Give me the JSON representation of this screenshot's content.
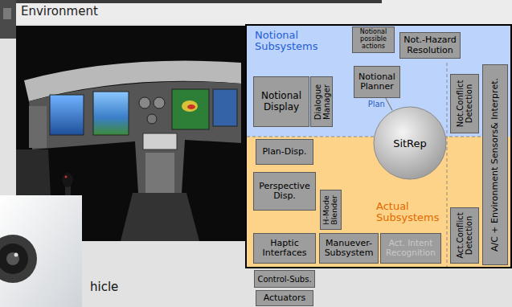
{
  "diagram": {
    "title": "Environment",
    "nodes": [
      {
        "text": [
          "Notional Subsystems"
        ]
      },
      {
        "text": [
          "Notional possible actions"
        ],
        "in": 0
      },
      {
        "text": [
          "Not.-Hazard Resolution"
        ],
        "in": 0
      },
      {
        "text": [
          "Notional Display"
        ],
        "in": 0
      },
      {
        "text": [
          "Dialogue Manager"
        ],
        "in": 0
      },
      {
        "text": [
          "Notional Planner"
        ],
        "in": 0
      },
      {
        "text": [
          "Not.Conflict Detection"
        ],
        "in": 0
      },
      {
        "text": [
          "SitRep"
        ]
      },
      {
        "text": [
          "A/C + Environment Sensors& Interpret."
        ]
      },
      {
        "text": [
          "Actual Subsystems"
        ]
      },
      {
        "text": [
          "Plan-Disp."
        ],
        "in": 9
      },
      {
        "text": [
          "Perspective Disp."
        ],
        "in": 9
      },
      {
        "text": [
          "H-Mode Blender"
        ],
        "in": 9
      },
      {
        "text": [
          "Act.Conflict Detection"
        ],
        "in": 9
      },
      {
        "text": [
          "Haptic Interfaces"
        ],
        "in": 9
      },
      {
        "text": [
          "Manuever-Subsystem"
        ],
        "in": 9
      },
      {
        "text": [
          "Act. Intent Recognition"
        ],
        "in": 9
      },
      {
        "text": [
          "Control-Subs."
        ]
      },
      {
        "text": [
          "Actuators"
        ]
      }
    ],
    "edges": [
      {
        "from": 5,
        "to": 7,
        "label": "Plan",
        "arrow": "none"
      }
    ],
    "labels": [
      "hicle"
    ]
  }
}
